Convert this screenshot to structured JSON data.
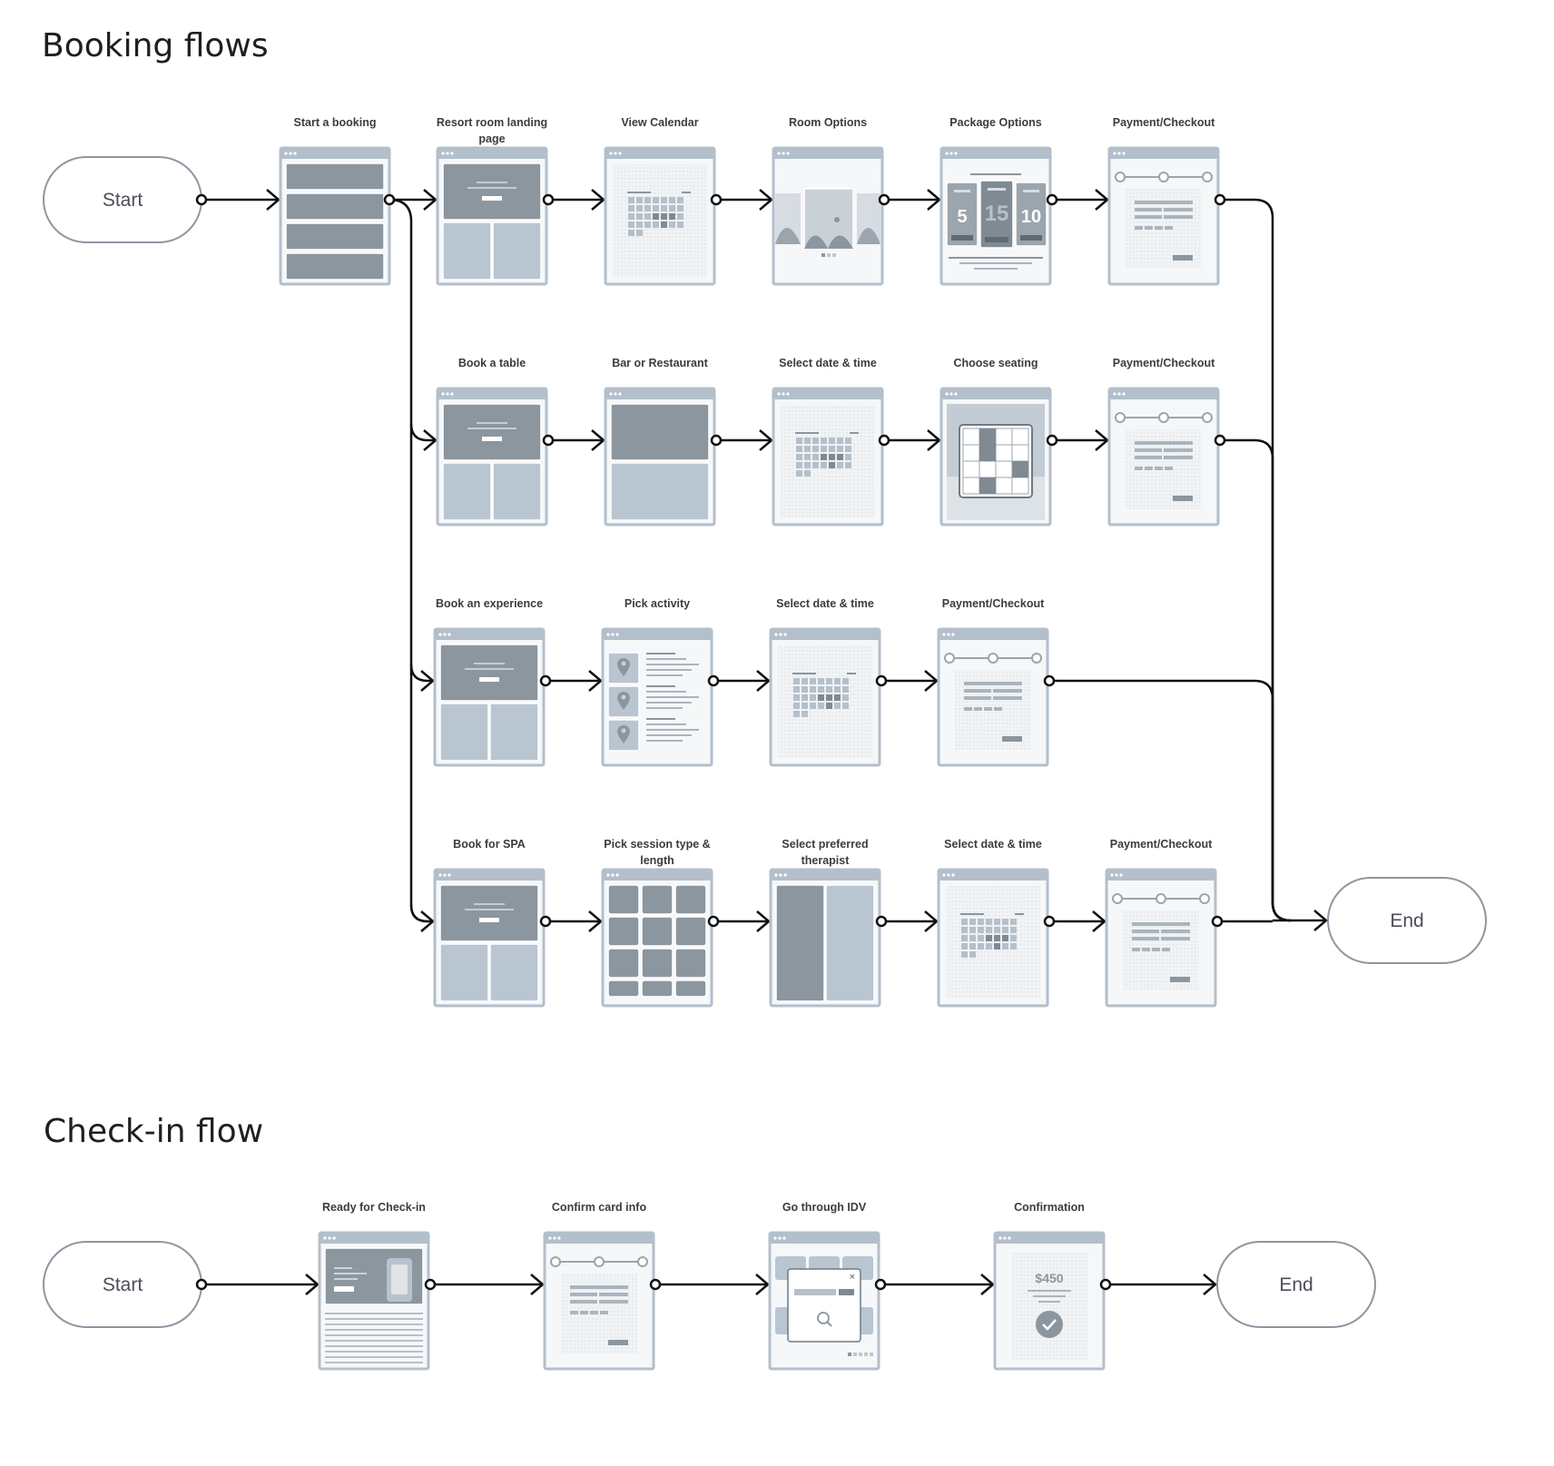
{
  "sections": {
    "booking_title": "Booking flows",
    "checkin_title": "Check-in flow"
  },
  "terminals": {
    "start": "Start",
    "end": "End"
  },
  "booking": {
    "entry": {
      "label": "Start a booking"
    },
    "rows": [
      {
        "steps": [
          {
            "label": [
              "Resort room landing",
              "page"
            ],
            "screen": "landing"
          },
          {
            "label": [
              "View Calendar"
            ],
            "screen": "calendar"
          },
          {
            "label": [
              "Room Options"
            ],
            "screen": "gallery"
          },
          {
            "label": [
              "Package Options"
            ],
            "screen": "packages",
            "numbers": [
              "5",
              "15",
              "10"
            ]
          },
          {
            "label": [
              "Payment/Checkout"
            ],
            "screen": "checkout"
          }
        ]
      },
      {
        "steps": [
          {
            "label": [
              "Book a table"
            ],
            "screen": "landing"
          },
          {
            "label": [
              "Bar or Restaurant"
            ],
            "screen": "split"
          },
          {
            "label": [
              "Select date & time"
            ],
            "screen": "calendar"
          },
          {
            "label": [
              "Choose seating"
            ],
            "screen": "seating"
          },
          {
            "label": [
              "Payment/Checkout"
            ],
            "screen": "checkout"
          }
        ]
      },
      {
        "steps": [
          {
            "label": [
              "Book an experience"
            ],
            "screen": "landing"
          },
          {
            "label": [
              "Pick activity"
            ],
            "screen": "activity"
          },
          {
            "label": [
              "Select date & time"
            ],
            "screen": "calendar"
          },
          {
            "label": [
              "Payment/Checkout"
            ],
            "screen": "checkout"
          }
        ]
      },
      {
        "steps": [
          {
            "label": [
              "Book for SPA"
            ],
            "screen": "landing"
          },
          {
            "label": [
              "Pick session type &",
              "length"
            ],
            "screen": "grid"
          },
          {
            "label": [
              "Select preferred",
              "therapist"
            ],
            "screen": "columns"
          },
          {
            "label": [
              "Select date & time"
            ],
            "screen": "calendar"
          },
          {
            "label": [
              "Payment/Checkout"
            ],
            "screen": "checkout"
          }
        ]
      }
    ]
  },
  "checkin": {
    "steps": [
      {
        "label": [
          "Ready for Check-in"
        ],
        "screen": "checkin"
      },
      {
        "label": [
          "Confirm card info"
        ],
        "screen": "checkout"
      },
      {
        "label": [
          "Go through IDV"
        ],
        "screen": "idv"
      },
      {
        "label": [
          "Confirmation"
        ],
        "screen": "confirm",
        "amount": "$450"
      }
    ]
  },
  "colors": {
    "frame": "#b3bfcb",
    "dark_block": "#8b969f",
    "light_block": "#b9c5d0",
    "line": "#111111",
    "pill_border": "#8d97a1"
  }
}
